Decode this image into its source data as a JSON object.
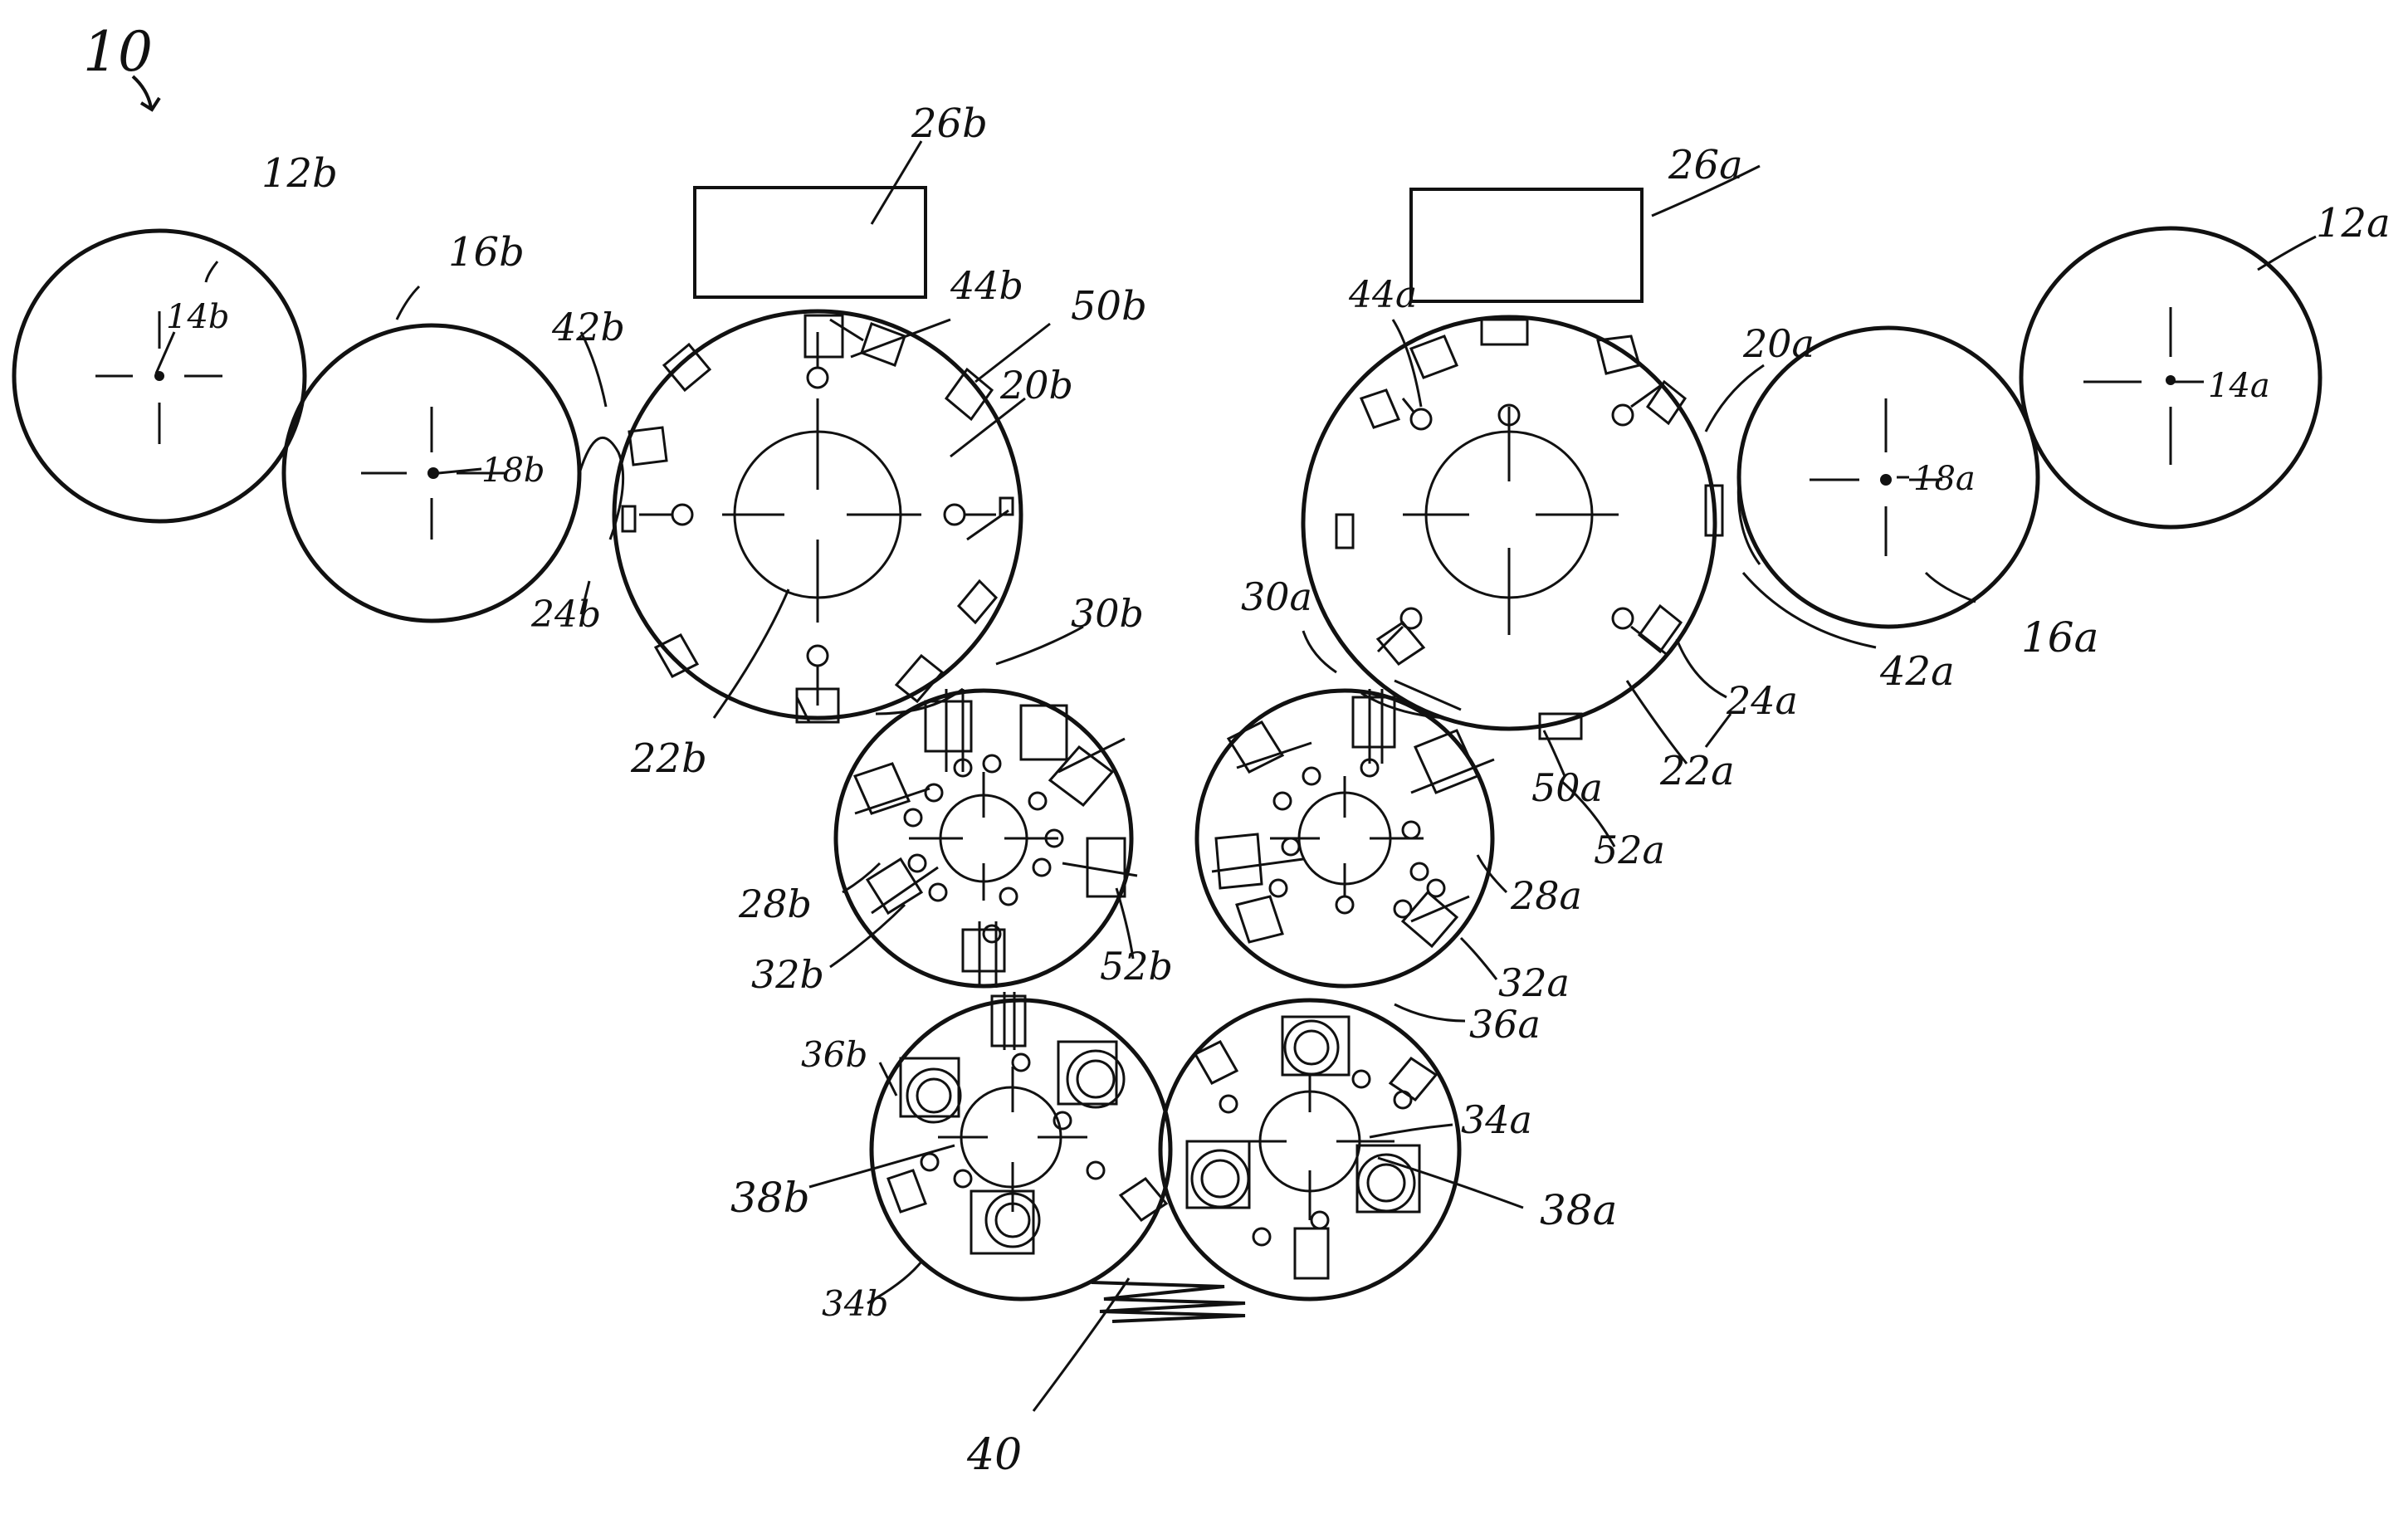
{
  "figure": {
    "label": "10",
    "ink_color": "#111111",
    "background": "#ffffff"
  },
  "labels": {
    "l12a": "12a",
    "l12b": "12b",
    "l14a": "14a",
    "l14b": "14b",
    "l16a": "16a",
    "l16b": "16b",
    "l18a": "18a",
    "l18b": "18b",
    "l20a": "20a",
    "l20b": "20b",
    "l22a": "22a",
    "l22b": "22b",
    "l24a": "24a",
    "l24b": "24b",
    "l26a": "26a",
    "l26b": "26b",
    "l28a": "28a",
    "l28b": "28b",
    "l30a": "30a",
    "l30b": "30b",
    "l32a": "32a",
    "l32b": "32b",
    "l34a": "34a",
    "l34b": "34b",
    "l36a": "36a",
    "l36b": "36b",
    "l38a": "38a",
    "l38b": "38b",
    "l40": "40",
    "l42a": "42a",
    "l42b": "42b",
    "l44a": "44a",
    "l44b": "44b",
    "l50a": "50a",
    "l50b": "50b",
    "l52a": "52a",
    "l52b": "52b"
  }
}
